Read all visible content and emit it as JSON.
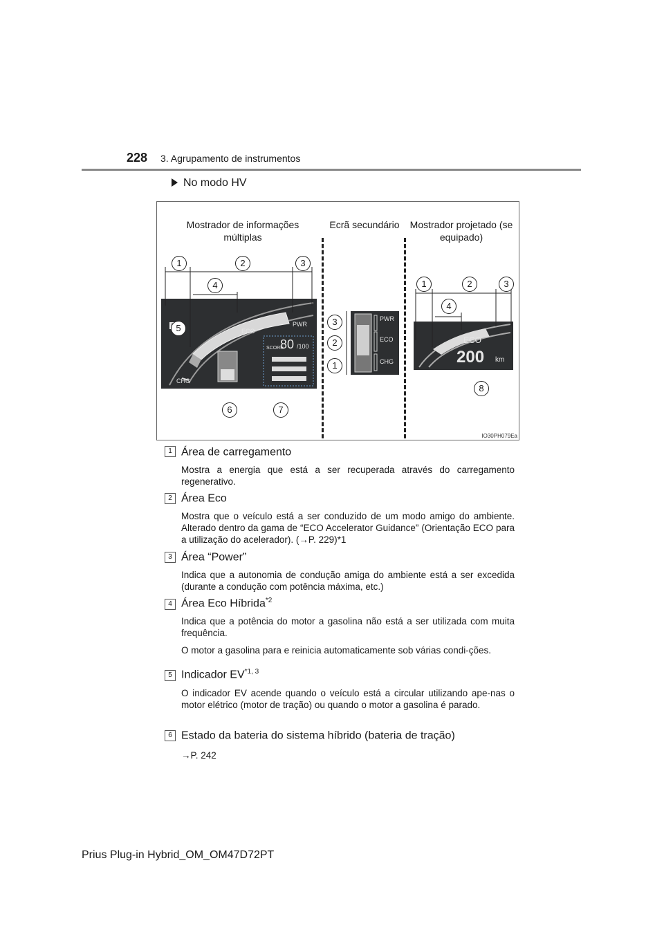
{
  "header": {
    "page_number": "228",
    "section": "3. Agrupamento de instrumentos"
  },
  "mode_heading": "No modo HV",
  "figure": {
    "caption_left": "Mostrador de informações múltiplas",
    "caption_center": "Ecrã secundário",
    "caption_right": "Mostrador projetado (se equipado)",
    "code": "IO30PH079Ea",
    "gauge_labels": {
      "ev": "EV",
      "pwr": "PWR",
      "eco": "ECO",
      "chg": "CHG",
      "score": "SCORE",
      "score_value": "80",
      "score_total": "/100",
      "hud_distance": "200",
      "hud_unit": "km"
    },
    "callouts": [
      "1",
      "2",
      "3",
      "4",
      "5",
      "6",
      "7",
      "8"
    ]
  },
  "items": [
    {
      "num": "1",
      "title": "Área de carregamento",
      "sup": "",
      "body": [
        "Mostra a energia que está a ser recuperada através do carregamento regenerativo."
      ]
    },
    {
      "num": "2",
      "title": "Área Eco",
      "sup": "",
      "body": [
        "Mostra que o veículo está a ser conduzido de um modo amigo do ambiente. Alterado dentro da gama de “ECO Accelerator Guidance” (Orientação ECO para a utilização do acelerador). (→P. 229)*1"
      ]
    },
    {
      "num": "3",
      "title": "Área “Power”",
      "sup": "",
      "body": [
        "Indica que a autonomia de condução amiga do ambiente está a ser excedida (durante a condução com potência máxima, etc.)"
      ]
    },
    {
      "num": "4",
      "title": "Área Eco Híbrida",
      "sup": "*2",
      "body": [
        "Indica que a potência do motor a gasolina não está a ser utilizada com muita frequência.",
        "O motor a gasolina para e reinicia automaticamente sob várias condi-ções."
      ]
    },
    {
      "num": "5",
      "title": "Indicador EV",
      "sup": "*1, 3",
      "body": [
        "O indicador EV acende quando o veículo está a circular utilizando ape-nas o motor elétrico (motor de tração) ou quando o motor a gasolina é parado."
      ]
    },
    {
      "num": "6",
      "title": "Estado da bateria do sistema híbrido (bateria de tração)",
      "sup": "",
      "body": [
        "→P. 242"
      ]
    }
  ],
  "footer": "Prius Plug-in Hybrid_OM_OM47D72PT"
}
